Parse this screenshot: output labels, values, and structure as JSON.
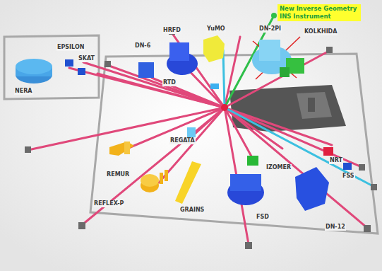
{
  "diagram": {
    "nodes": [
      {
        "text": [
          "New Inverse Geometry INS Instrument"
        ]
      }
    ],
    "labels": [
      "EPSILON",
      "NERA",
      "SKAT",
      "DN-6",
      "HRFD",
      "YuMO",
      "DN-2PI",
      "KOLKHIDA",
      "RTD",
      "REGATA",
      "REMUR",
      "REFLEX-P",
      "GRAINS",
      "IZOMER",
      "FSD",
      "NRT",
      "FSS",
      "DN-12"
    ]
  }
}
